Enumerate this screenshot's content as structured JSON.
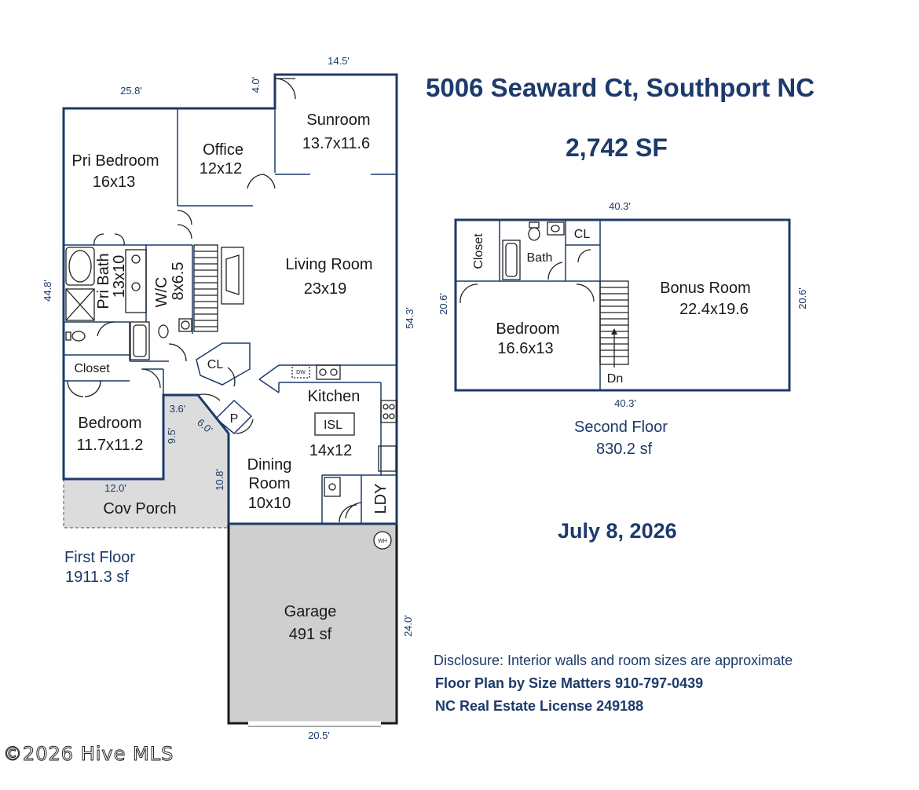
{
  "header": {
    "address": "5006 Seaward Ct, Southport NC",
    "total_sf": "2,742 SF",
    "date": "July 8, 2026"
  },
  "first_floor": {
    "label": "First Floor",
    "area": "1911.3 sf",
    "rooms": {
      "sunroom": {
        "name": "Sunroom",
        "size": "13.7x11.6"
      },
      "office": {
        "name": "Office",
        "size": "12x12"
      },
      "pri_bedroom": {
        "name": "Pri Bedroom",
        "size": "16x13"
      },
      "living": {
        "name": "Living Room",
        "size": "23x19"
      },
      "pri_bath": {
        "name": "Pri Bath",
        "size": "13x10"
      },
      "wic": {
        "name": "W/C",
        "size": "8x6.5"
      },
      "cl": {
        "name": "CL"
      },
      "closet": {
        "name": "Closet"
      },
      "bedroom": {
        "name": "Bedroom",
        "size": "11.7x11.2"
      },
      "pantry": {
        "name": "P"
      },
      "kitchen": {
        "name": "Kitchen",
        "size": "14x12"
      },
      "island": {
        "name": "ISL"
      },
      "dishwasher": {
        "name": "DW"
      },
      "dining": {
        "name": "Dining",
        "name2": "Room",
        "size": "10x10"
      },
      "laundry": {
        "name": "LDY"
      },
      "porch": {
        "name": "Cov Porch"
      },
      "garage": {
        "name": "Garage",
        "size": "491 sf"
      },
      "water_heater": {
        "name": "WH"
      }
    },
    "dims": {
      "top_left": "25.8'",
      "top_right": "14.5'",
      "notch": "4.0'",
      "left": "44.8'",
      "right": "54.3'",
      "porch_a": "3.6'",
      "porch_b": "6.0'",
      "porch_c": "9.5'",
      "porch_width": "12.0'",
      "porch_depth": "10.8'",
      "garage_depth": "24.0'",
      "garage_width": "20.5'"
    }
  },
  "second_floor": {
    "label": "Second Floor",
    "area": "830.2 sf",
    "rooms": {
      "closet": {
        "name": "Closet"
      },
      "bath": {
        "name": "Bath"
      },
      "cl": {
        "name": "CL"
      },
      "bedroom": {
        "name": "Bedroom",
        "size": "16.6x13"
      },
      "bonus": {
        "name": "Bonus Room",
        "size": "22.4x19.6"
      },
      "stairs": {
        "name": "Dn"
      }
    },
    "dims": {
      "top": "40.3'",
      "bottom": "40.3'",
      "left": "20.6'",
      "right": "20.6'"
    }
  },
  "footer": {
    "disclosure": "Disclosure: Interior walls and room sizes are approximate",
    "company": "Floor Plan by Size Matters 910-797-0439",
    "license": "NC Real Estate License 249188"
  },
  "watermark": "©2026 Hive MLS",
  "colors": {
    "wall": "#1c3a6b",
    "porch_fill": "#dcdcdc",
    "garage_fill": "#cfcfcf"
  }
}
